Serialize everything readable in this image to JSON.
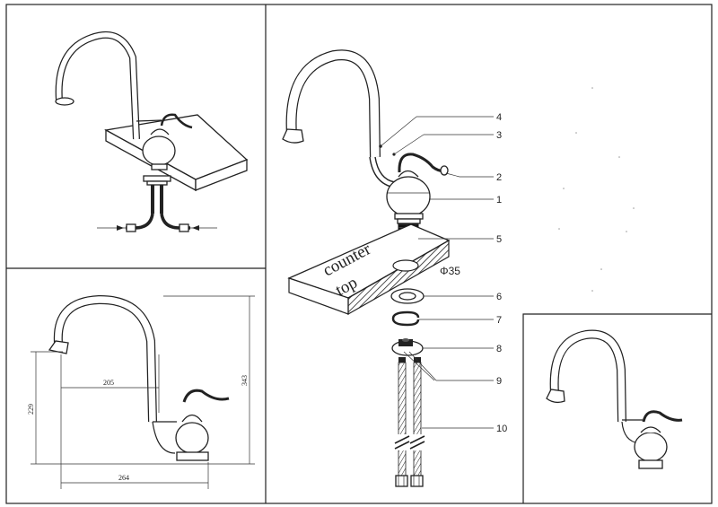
{
  "labels": {
    "counter": "counter",
    "top": "top",
    "hole_diameter": "Φ35"
  },
  "part_numbers": [
    "1",
    "2",
    "3",
    "4",
    "5",
    "6",
    "7",
    "8",
    "9",
    "10"
  ],
  "dimensions": {
    "spout_reach": "205",
    "base_width": "264",
    "spout_height": "229",
    "total_height": "343"
  }
}
